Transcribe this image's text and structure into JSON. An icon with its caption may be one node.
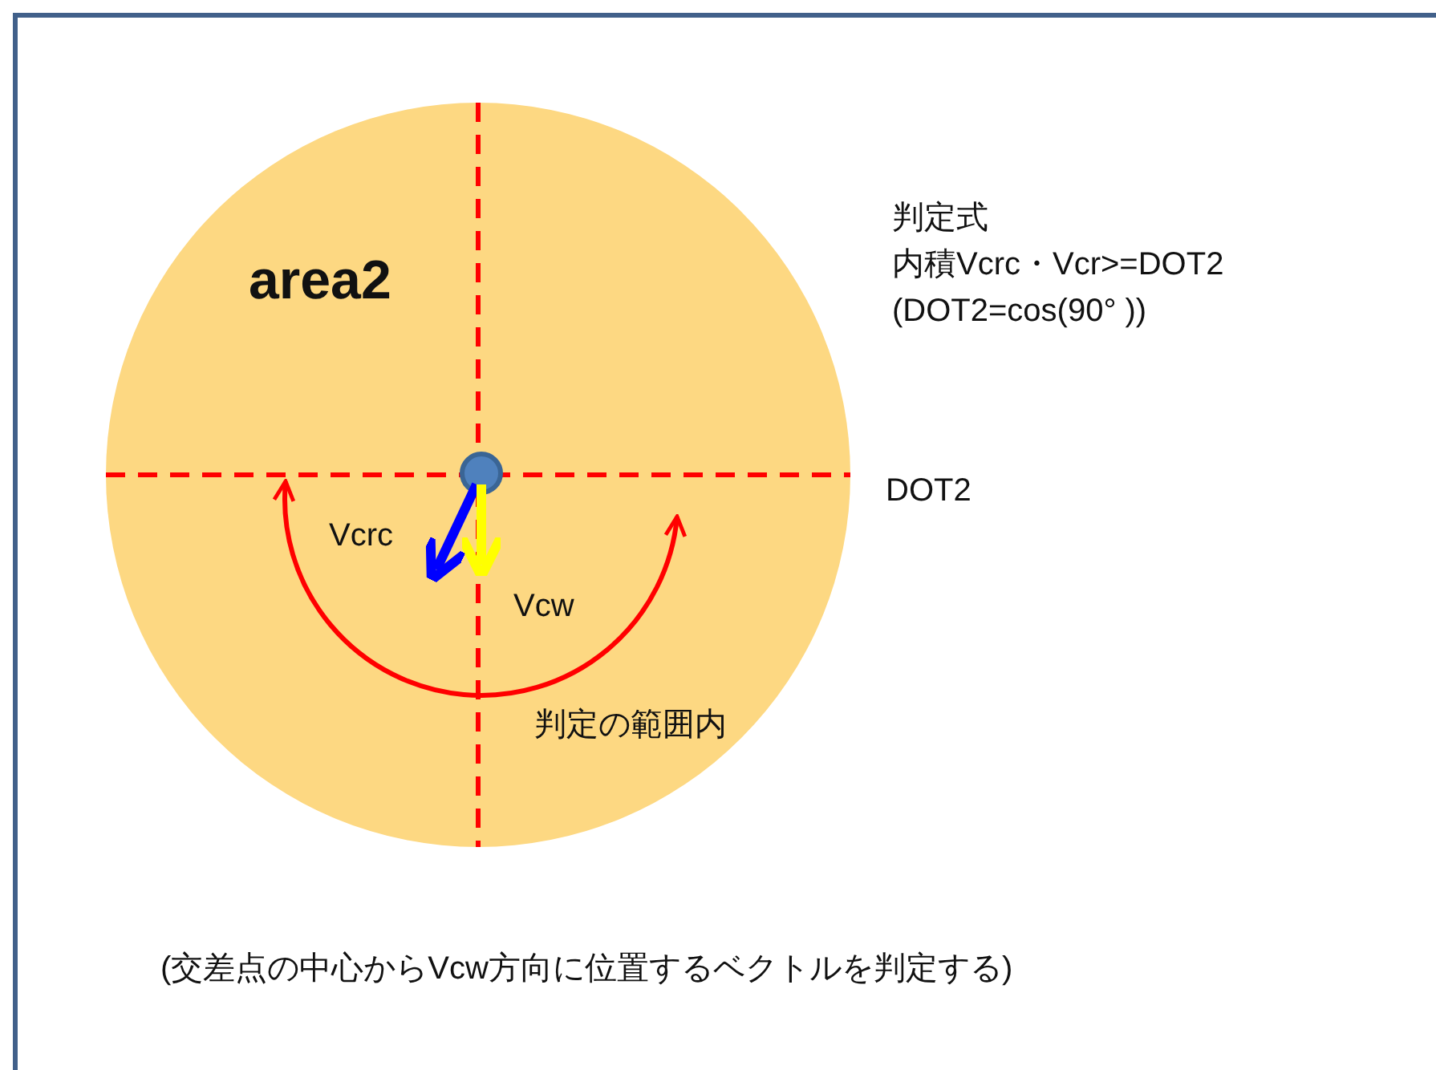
{
  "diagram": {
    "nodes": [
      {
        "text": [
          "area2"
        ]
      }
    ],
    "labels": [
      "判定式",
      "内積Vcrc・Vcr>=DOT2",
      "(DOT2=cos(90° ))",
      "DOT2",
      "Vcrc",
      "Vcw",
      "判定の範囲内",
      "(交差点の中心からVcw方向に位置するベクトルを判定する)"
    ]
  }
}
